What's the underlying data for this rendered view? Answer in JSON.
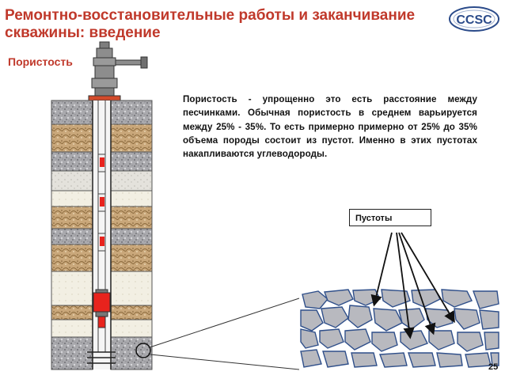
{
  "slide": {
    "title": "Ремонтно-восстановительные работы и заканчивание скважины: введение",
    "subtitle": "Пористость",
    "description": "Пористость - упрощенно это есть расстояние между песчинками. Обычная пористость в среднем варьируется между 25% - 35%. То есть примерно примерно от 25% до 35% объема породы состоит из пустот. Именно в этих пустотах накапливаются углеводороды.",
    "pore_label": "Пустоты",
    "page_number": "25",
    "logo_text": "CCSC"
  },
  "colors": {
    "title_red": "#c0392b",
    "packer_red": "#e8231d",
    "rock_gray": "#b8b9bf",
    "logo_blue": "#2b4b8a"
  }
}
